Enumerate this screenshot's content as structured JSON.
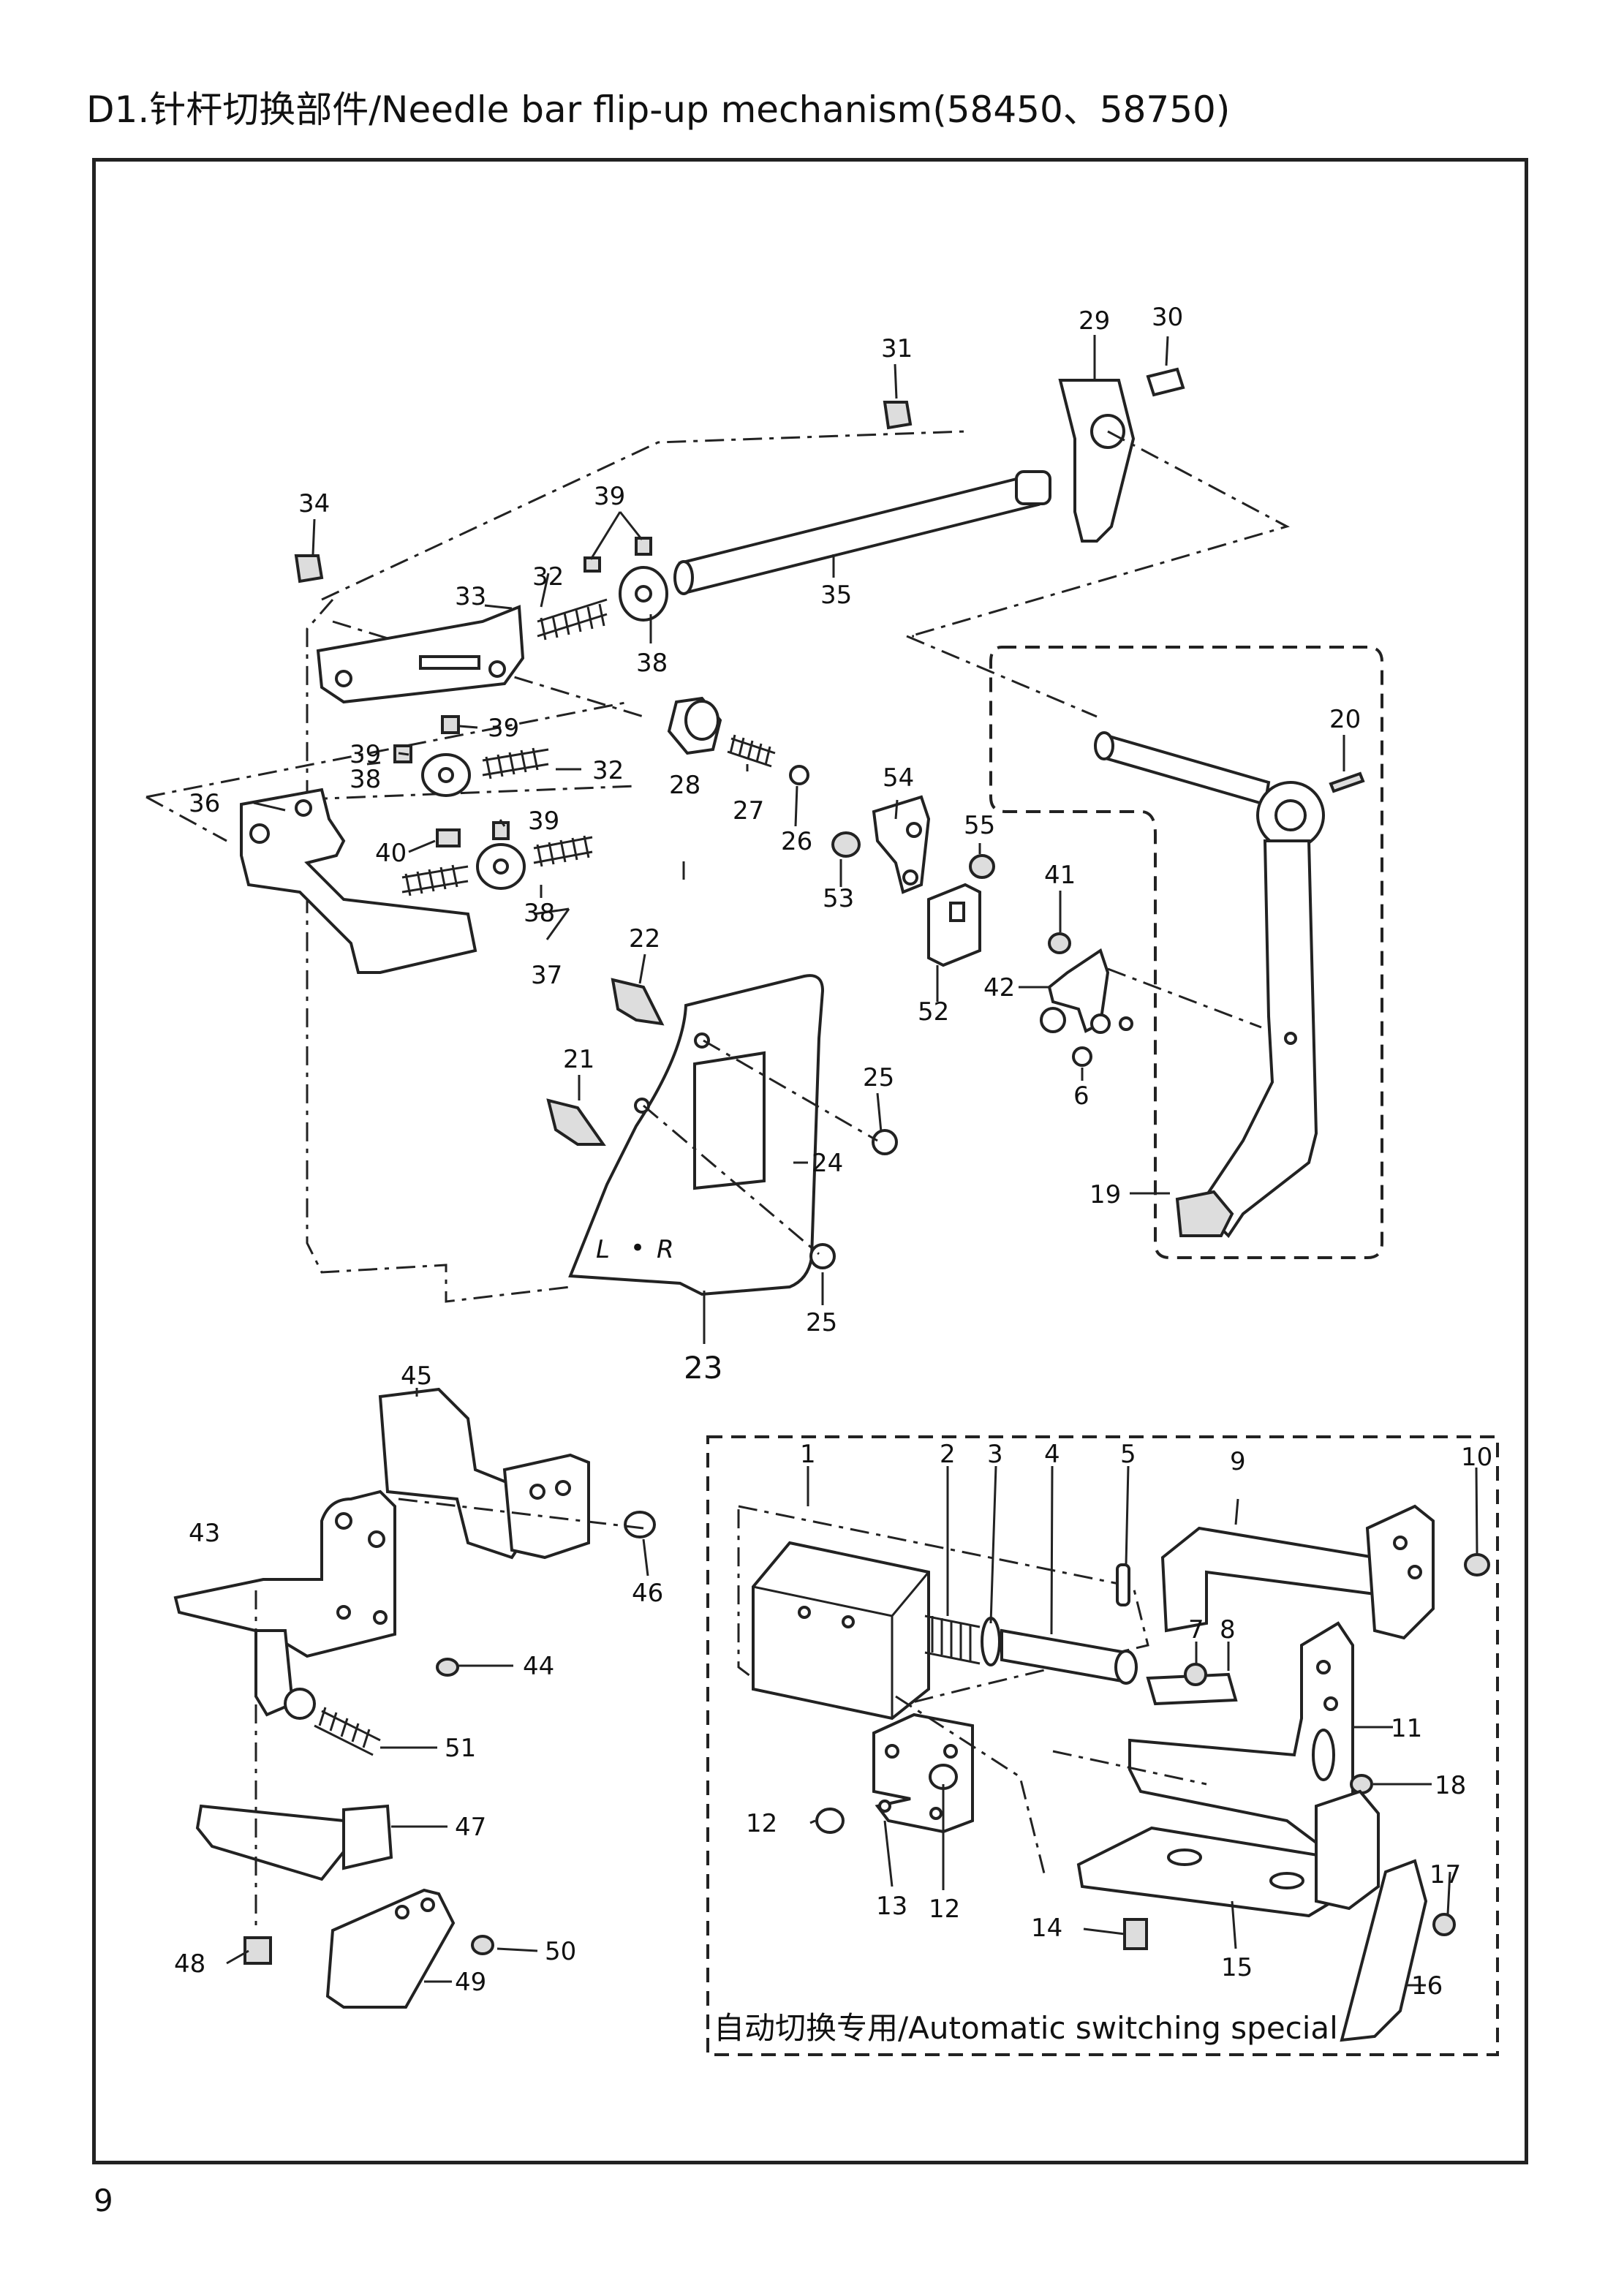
{
  "header": {
    "title": "D1.针杆切换部件/Needle bar flip-up mechanism(58450、58750)"
  },
  "footer": {
    "page_number": "9"
  },
  "inset": {
    "caption": "自动切换专用/Automatic switching special"
  },
  "engraving": {
    "left": "L",
    "dot": "•",
    "right": "R"
  },
  "callouts": {
    "c1": "1",
    "c2": "2",
    "c3": "3",
    "c4": "4",
    "c5": "5",
    "c6": "6",
    "c7": "7",
    "c8": "8",
    "c9": "9",
    "c10": "10",
    "c11": "11",
    "c12a": "12",
    "c12b": "12",
    "c13": "13",
    "c14": "14",
    "c15": "15",
    "c16": "16",
    "c17": "17",
    "c18": "18",
    "c19": "19",
    "c20": "20",
    "c21": "21",
    "c22": "22",
    "c23": "23",
    "c24": "24",
    "c25a": "25",
    "c25b": "25",
    "c26": "26",
    "c27": "27",
    "c28": "28",
    "c29": "29",
    "c30": "30",
    "c31": "31",
    "c32a": "32",
    "c32b": "32",
    "c33": "33",
    "c34": "34",
    "c35": "35",
    "c36": "36",
    "c37": "37",
    "c38a": "38",
    "c38b": "38",
    "c38c": "38",
    "c39a": "39",
    "c39b": "39",
    "c39c": "39",
    "c39d": "39",
    "c40": "40",
    "c41": "41",
    "c42": "42",
    "c43": "43",
    "c44": "44",
    "c45": "45",
    "c46": "46",
    "c47": "47",
    "c48": "48",
    "c49": "49",
    "c50": "50",
    "c51": "51",
    "c52": "52",
    "c53": "53",
    "c54": "54",
    "c55": "55"
  }
}
